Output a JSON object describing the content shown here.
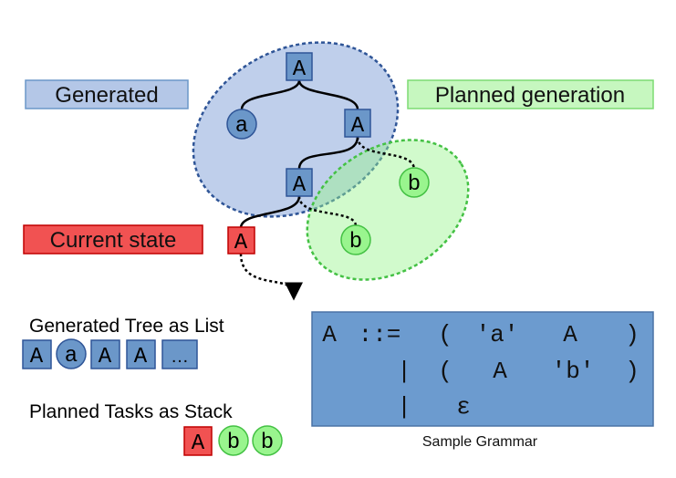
{
  "legend": {
    "generated": "Generated",
    "planned": "Planned generation",
    "current": "Current state"
  },
  "tree": {
    "root": "A",
    "left_a": "a",
    "right_A": "A",
    "right_b": "b",
    "mid_A": "A",
    "mid_b": "b",
    "current_A": "A"
  },
  "list_section": {
    "title": "Generated Tree as List",
    "items": [
      "A",
      "a",
      "A",
      "A",
      "…"
    ]
  },
  "stack_section": {
    "title": "Planned Tasks as Stack",
    "items": [
      "A",
      "b",
      "b"
    ]
  },
  "grammar": {
    "lines": [
      [
        "A",
        "::=",
        "(",
        "'a'",
        "A",
        ")"
      ],
      [
        "|",
        "(",
        "A",
        "'b'",
        ")"
      ],
      [
        "|",
        "ε"
      ]
    ],
    "caption": "Sample Grammar"
  },
  "colors": {
    "blue_fill": "#6b97c9",
    "blue_stroke": "#2f5597",
    "blue_region": "#b4c7e7",
    "green_fill": "#99f58e",
    "green_stroke": "#44c144",
    "red_fill": "#f15252",
    "red_stroke": "#c00000",
    "grammar_bg": "#6c9bcf"
  }
}
